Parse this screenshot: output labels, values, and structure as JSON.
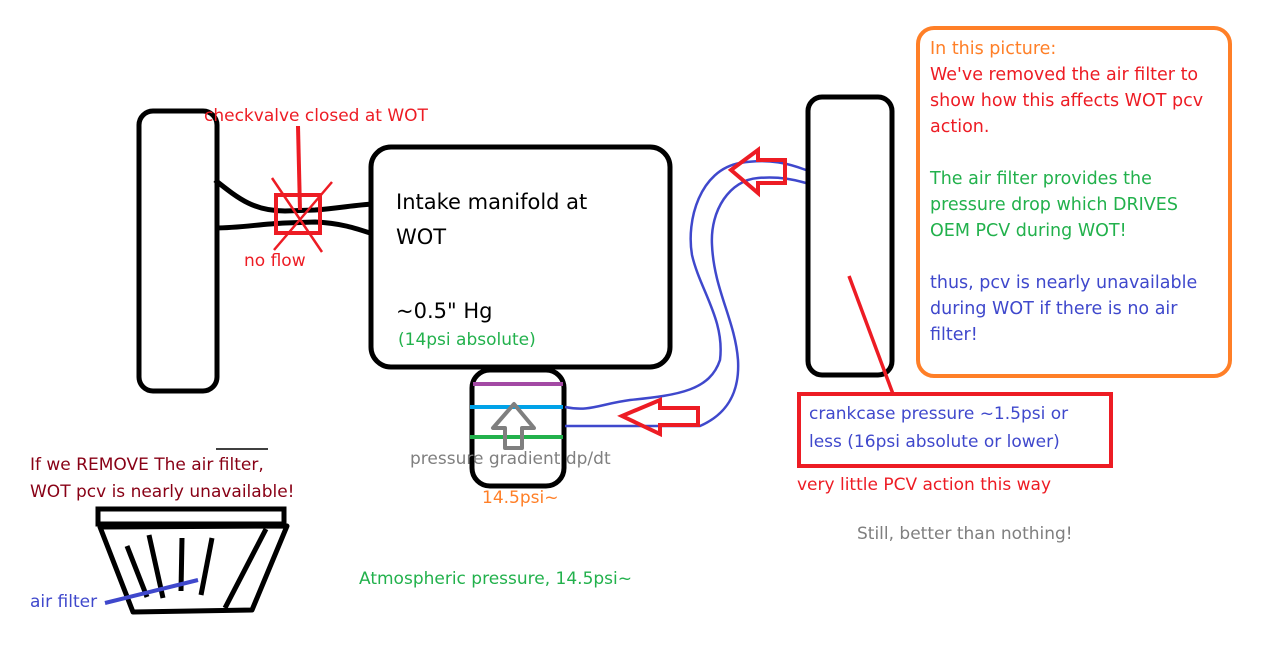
{
  "labels": {
    "checkvalve": "checkvalve closed at WOT",
    "no_flow": "no flow",
    "manifold_line1": "Intake manifold at",
    "manifold_line2": "WOT",
    "manifold_vacuum": "~0.5\" Hg",
    "manifold_absolute": "(14psi absolute)",
    "pressure_gradient": "pressure gradient dp/dt",
    "inlet_pressure": "14.5psi~",
    "atmospheric": "Atmospheric pressure, 14.5psi~",
    "remove_line1": "If we REMOVE The air filter,",
    "remove_line2": "WOT pcv is nearly unavailable!",
    "air_filter": "air filter",
    "crankcase_line1": "crankcase pressure ~1.5psi or",
    "crankcase_line2": "less (16psi absolute or lower)",
    "little_action": "very little PCV action this way",
    "still_better": "Still, better than nothing!"
  },
  "info_box": {
    "heading": "In this picture:",
    "para1": [
      "We've removed the air filter to",
      "show how this affects WOT pcv",
      "action."
    ],
    "para2": [
      "The air filter provides the",
      "pressure drop which DRIVES",
      "OEM PCV during WOT!"
    ],
    "para3": [
      "thus, pcv is nearly unavailable",
      "during WOT if there is no air",
      "filter!"
    ]
  },
  "colors": {
    "red": "#ed1c24",
    "green": "#22b14c",
    "blue": "#3f48cc",
    "orange": "#ff7f27",
    "gray": "#7f7f7f",
    "dark_red": "#880015",
    "purple": "#a349a4",
    "cyan": "#00a2e8"
  }
}
